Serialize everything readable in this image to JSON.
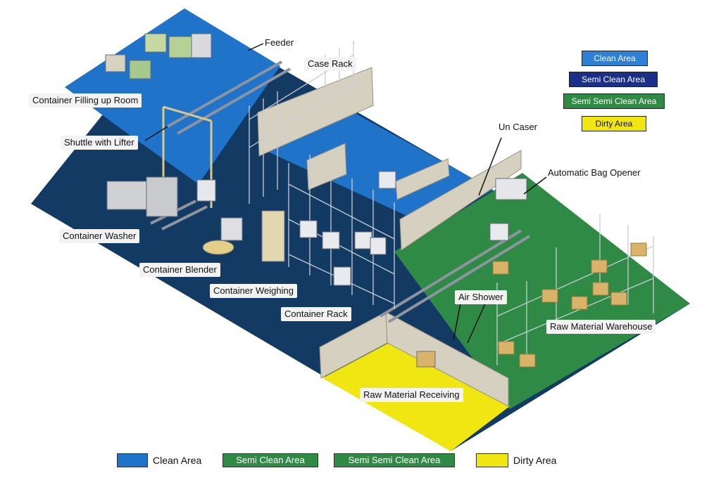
{
  "colors": {
    "clean": "#1f73c9",
    "semi_clean": "#123a63",
    "semi_semi_clean": "#2e8a45",
    "dirty": "#f0e612",
    "wall": "#d6d0c0",
    "rack": "#c8ccd4"
  },
  "labels": {
    "feeder": "Feeder",
    "case_rack": "Case Rack",
    "container_filling_room": "Container Filling up Room",
    "shuttle_with_lifter": "Shuttle with Lifter",
    "un_caser": "Un  Caser",
    "automatic_bag_opener": "Automatic Bag Opener",
    "container_washer": "Container Washer",
    "container_blender": "Container Blender",
    "container_weighing": "Container Weighing",
    "container_rack": "Container Rack",
    "air_shower": "Air Shower",
    "raw_material_warehouse": "Raw Material Warehouse",
    "raw_material_receiving": "Raw Material Receiving"
  },
  "key_top": {
    "clean": "Clean Area",
    "semi_clean": "Semi Clean Area",
    "semi_semi_clean": "Semi Semi Clean Area",
    "dirty": "Dirty Area"
  },
  "legend_bottom": {
    "clean": "Clean Area",
    "semi_clean": "Semi Clean Area",
    "semi_semi_clean": "Semi Semi Clean Area",
    "dirty": "Dirty Area"
  }
}
